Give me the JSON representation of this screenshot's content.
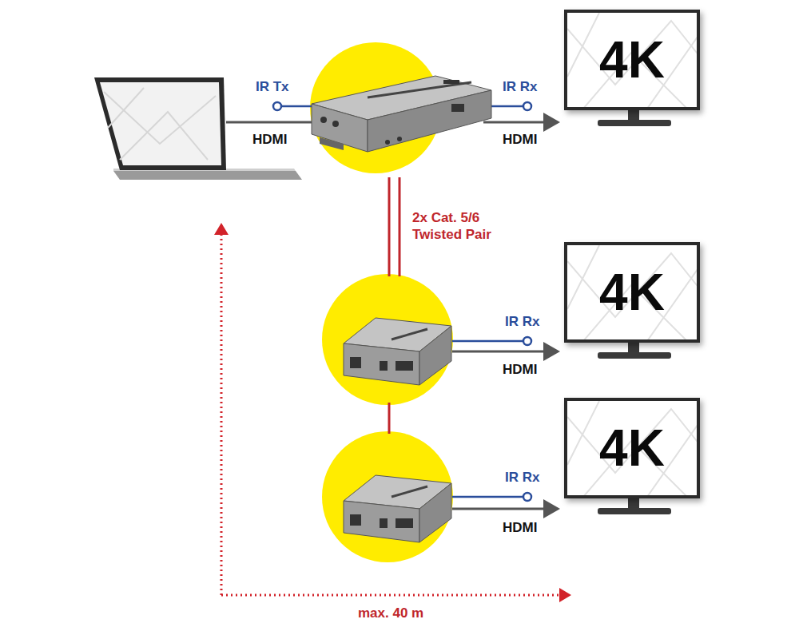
{
  "diagram": {
    "nodes": [
      {
        "text": [
          "4K"
        ]
      },
      {
        "text": [
          "4K"
        ]
      },
      {
        "text": [
          "4K"
        ]
      }
    ],
    "labels": [
      "IR Tx",
      "HDMI",
      "IR Rx",
      "HDMI",
      "2x Cat. 5/6 Twisted Pair",
      "IR Rx",
      "HDMI",
      "IR Rx",
      "HDMI",
      "max. 40 m"
    ]
  }
}
